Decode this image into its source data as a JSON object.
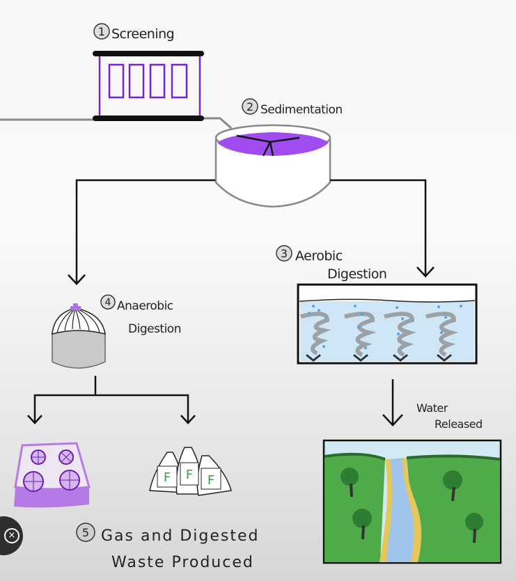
{
  "colors": {
    "accent_purple": "#7a1fd6",
    "tank_fill": "#a04cf0",
    "water": "#bcdff5",
    "grass": "#4faa4a",
    "line": "#111111",
    "pipe": "#888888"
  },
  "steps": [
    {
      "number": "1",
      "label": "Screening"
    },
    {
      "number": "2",
      "label": "Sedimentation"
    },
    {
      "number": "3",
      "label_line1": "Aerobic",
      "label_line2": "Digestion"
    },
    {
      "number": "4",
      "label_line1": "Anaerobic",
      "label_line2": "Digestion"
    },
    {
      "number": "5",
      "label_line1": "Gas and Digested",
      "label_line2": "Waste Produced"
    }
  ],
  "water_released": {
    "line1": "Water",
    "line2": "Released"
  },
  "bag_letter": "F",
  "close_button": {
    "icon": "close-circle-icon",
    "glyph": "×"
  }
}
